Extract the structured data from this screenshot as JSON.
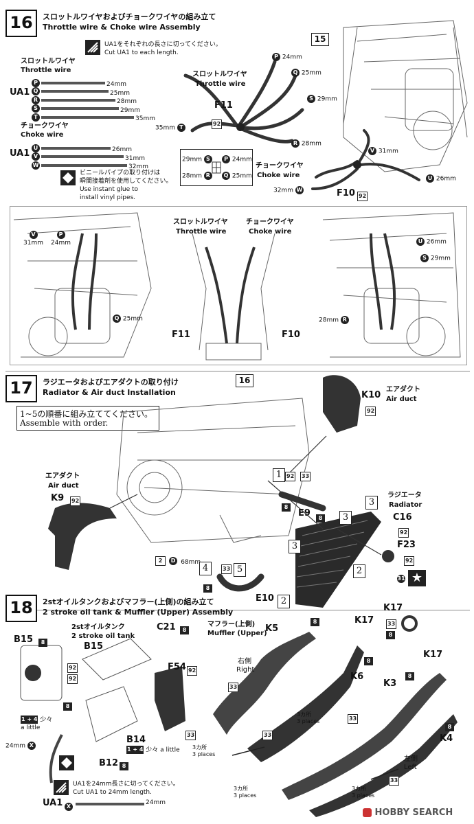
{
  "step16": {
    "number": "16",
    "title_jp": "スロットルワイヤおよびチョークワイヤの組み立て",
    "title_en": "Throttle wire & Choke wire Assembly",
    "cut_note_jp": "UA1をそれぞれの長さに切ってください。",
    "cut_note_en": "Cut UA1 to each length.",
    "throttle_jp": "スロットルワイヤ",
    "throttle_en": "Throttle wire",
    "choke_jp": "チョークワイヤ",
    "choke_en": "Choke wire",
    "ua1": "UA1",
    "throttle_cuts": [
      {
        "letter": "P",
        "len": "24mm",
        "frac": 0.62
      },
      {
        "letter": "Q",
        "len": "25mm",
        "frac": 0.65
      },
      {
        "letter": "R",
        "len": "28mm",
        "frac": 0.72
      },
      {
        "letter": "S",
        "len": "29mm",
        "frac": 0.75
      },
      {
        "letter": "T",
        "len": "35mm",
        "frac": 0.9
      }
    ],
    "choke_cuts": [
      {
        "letter": "U",
        "len": "26mm",
        "frac": 0.67
      },
      {
        "letter": "V",
        "len": "31mm",
        "frac": 0.8
      },
      {
        "letter": "W",
        "len": "32mm",
        "frac": 0.83
      }
    ],
    "glue_note_jp1": "ビニールパイプの取り付けは",
    "glue_note_jp2": "瞬間接着剤を使用してください。",
    "glue_note_en1": "Use instant glue to",
    "glue_note_en2": "install vinyl pipes.",
    "ref_step": "15",
    "f11": "F11",
    "f10": "F10",
    "paint92": "92",
    "callouts": {
      "p": "24mm",
      "q": "25mm",
      "s": "29mm",
      "r": "28mm",
      "t": "35mm",
      "v": "31mm",
      "u": "26mm",
      "w": "32mm"
    },
    "legend": {
      "s": "29mm",
      "p": "24mm",
      "r": "28mm",
      "q": "25mm"
    },
    "detail": {
      "v": "31mm",
      "p": "24mm",
      "q": "25mm",
      "u": "26mm",
      "s": "29mm",
      "r": "28mm"
    }
  },
  "step17": {
    "number": "17",
    "title_jp": "ラジエータおよびエアダクトの取り付け",
    "title_en": "Radiator & Air duct Installation",
    "order_jp": "1~5の順番に組み立ててください。",
    "order_en": "Assemble with order.",
    "ref_step": "16",
    "k10": "K10",
    "k9": "K9",
    "e9": "E9",
    "e10": "E10",
    "c16": "C16",
    "f23": "F23",
    "air_duct_jp": "エアダクト",
    "air_duct_en": "Air duct",
    "radiator_jp": "ラジエータ",
    "radiator_en": "Radiator",
    "d68": "68mm",
    "paint": {
      "p92": "92",
      "p33": "33",
      "p8": "8",
      "p31": "31"
    },
    "order_marks": [
      "1",
      "2",
      "3",
      "4",
      "5"
    ]
  },
  "step18": {
    "number": "18",
    "title_jp": "2stオイルタンクおよびマフラー(上側)の組み立て",
    "title_en": "2 stroke oil tank & Muffler (Upper) Assembly",
    "tank_jp": "2stオイルタンク",
    "tank_en": "2 stroke oil tank",
    "muffler_jp": "マフラー(上側)",
    "muffler_en": "Muffler (Upper)",
    "right_jp": "右側",
    "right_en": "Right",
    "left_jp": "左側",
    "left_en": "Left",
    "parts": {
      "b15": "B15",
      "c21": "C21",
      "f54": "F54",
      "b14": "B14",
      "b12": "B12",
      "k5": "K5",
      "k6": "K6",
      "k17": "K17",
      "k3": "K3",
      "k4": "K4"
    },
    "mix": "1 + 4",
    "a_little_jp": "少々",
    "a_little_en": "a little",
    "places_jp": "3カ所",
    "places_en": "3 places",
    "cut_jp": "UA1を24mm長さに切ってください。",
    "cut_en": "Cut UA1 to 24mm length.",
    "ua1": "UA1",
    "x_len": "24mm",
    "x_letter": "X"
  },
  "watermark": "HOBBY SEARCH",
  "colors": {
    "ink": "#111111",
    "wire": "#3a3a3a",
    "paint": "#222222"
  }
}
